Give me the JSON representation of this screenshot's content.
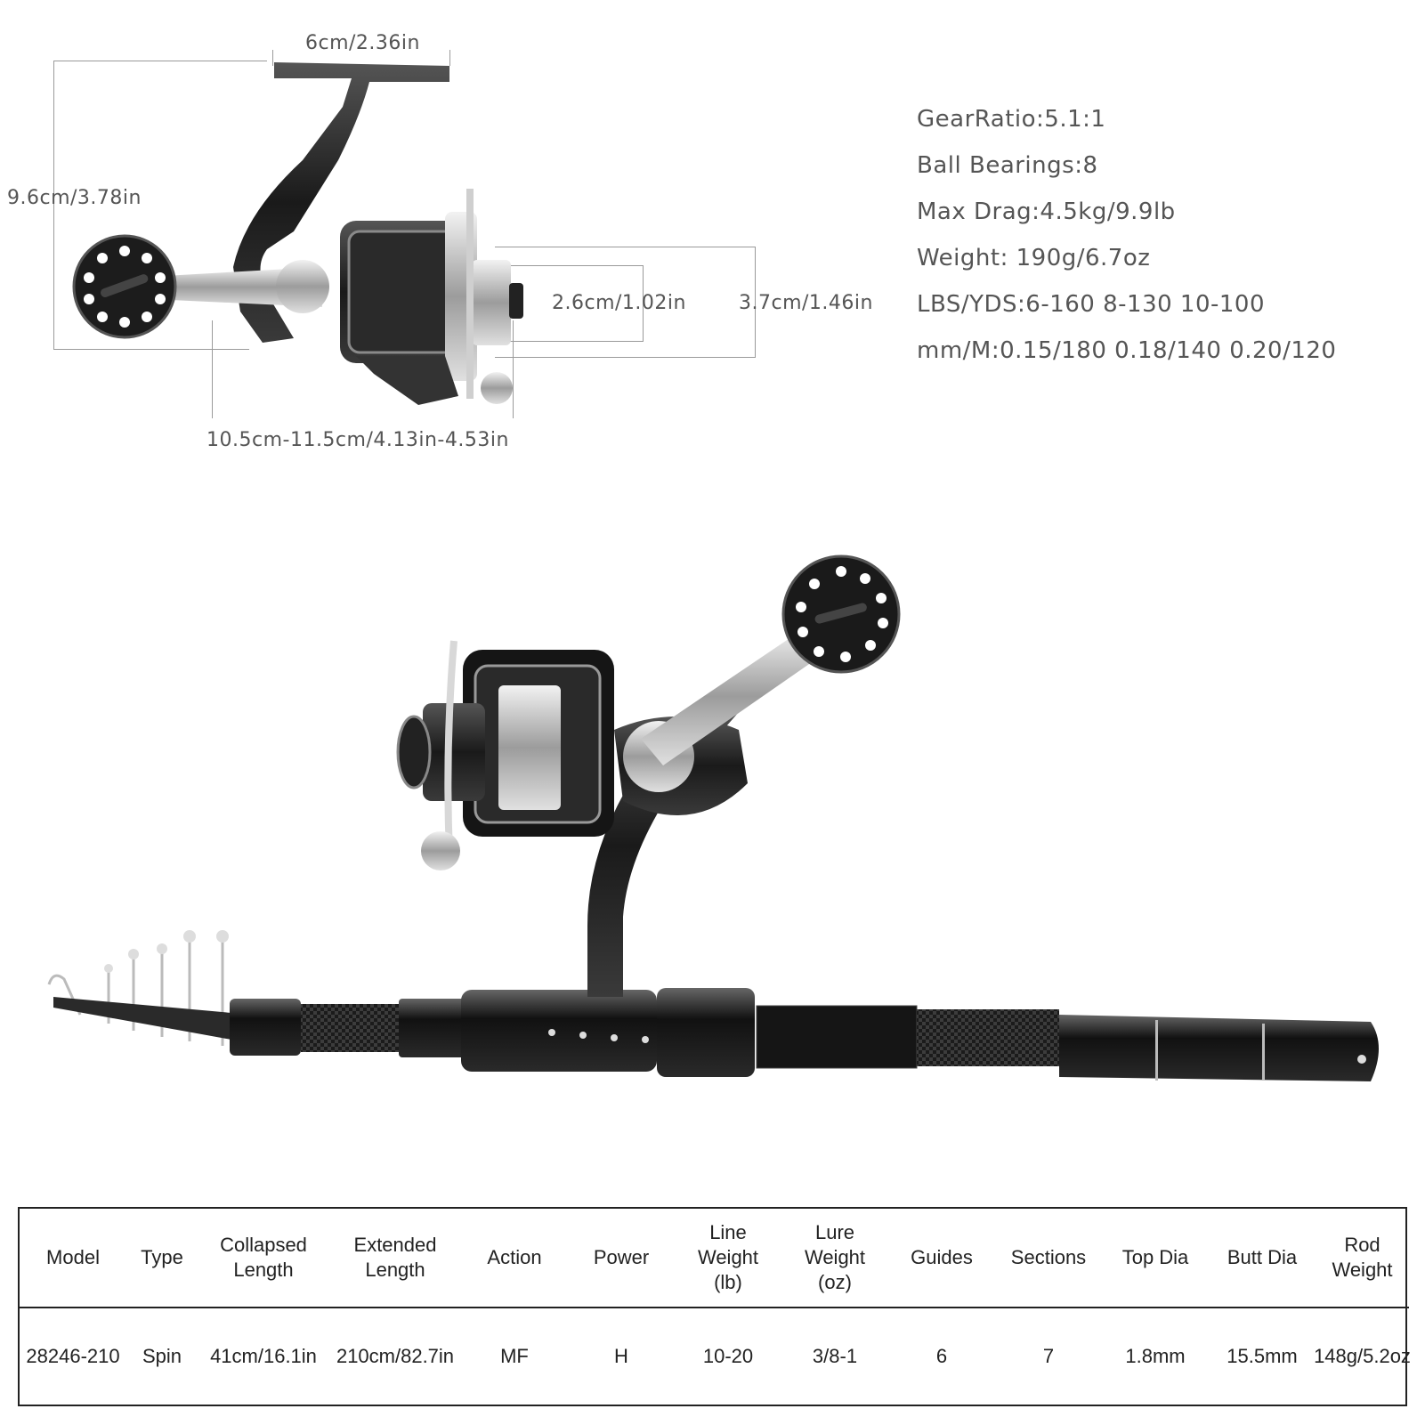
{
  "reel_dimensions": {
    "top_width": "6cm/2.36in",
    "height": "9.6cm/3.78in",
    "spool_depth": "2.6cm/1.02in",
    "spool_diameter": "3.7cm/1.46in",
    "handle_length": "10.5cm-11.5cm/4.13in-4.53in"
  },
  "specs": [
    "GearRatio:5.1:1",
    "Ball Bearings:8",
    "Max Drag:4.5kg/9.9lb",
    "Weight: 190g/6.7oz",
    "LBS/YDS:6-160  8-130  10-100",
    "mm/M:0.15/180  0.18/140  0.20/120"
  ],
  "table": {
    "headers": [
      "Model",
      "Type",
      "Collapsed\nLength",
      "Extended\nLength",
      "Action",
      "Power",
      "Line\nWeight\n(lb)",
      "Lure\nWeight\n(oz)",
      "Guides",
      "Sections",
      "Top Dia",
      "Butt Dia",
      "Rod\nWeight"
    ],
    "row": [
      "28246-210",
      "Spin",
      "41cm/16.1in",
      "210cm/82.7in",
      "MF",
      "H",
      "10-20",
      "3/8-1",
      "6",
      "7",
      "1.8mm",
      "15.5mm",
      "148g/5.2oz"
    ]
  }
}
